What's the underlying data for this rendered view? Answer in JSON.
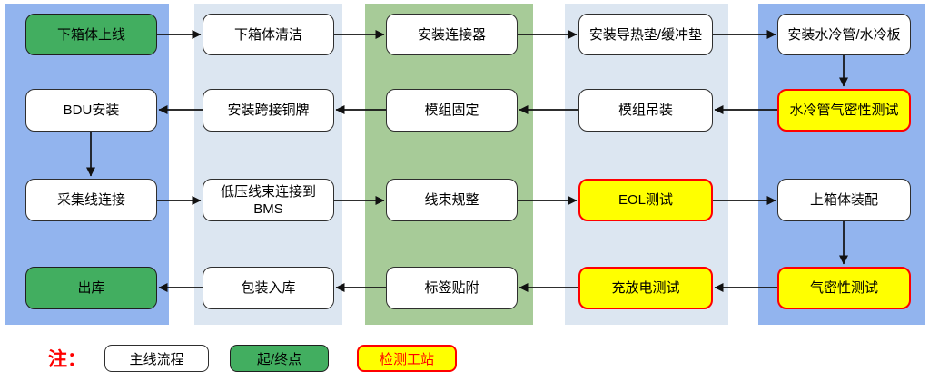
{
  "colors": {
    "lane_blue": "#92B4EE",
    "lane_light_blue": "#DCE6F1",
    "lane_green": "#A7CB98",
    "process_fill": "#FFFFFF",
    "process_border": "#2E2E2E",
    "terminal_fill": "#42AE60",
    "test_fill": "#FFFF00",
    "test_border": "#FF0000",
    "arrow_color": "#111111",
    "note_color": "#FF0000"
  },
  "flow": {
    "rows": [
      {
        "direction": "left-to-right",
        "nodes": [
          {
            "label": "下箱体上线",
            "type": "terminal"
          },
          {
            "label": "下箱体清洁",
            "type": "process"
          },
          {
            "label": "安装连接器",
            "type": "process"
          },
          {
            "label": "安装导热垫/缓冲垫",
            "type": "process"
          },
          {
            "label": "安装水冷管/水冷板",
            "type": "process"
          }
        ]
      },
      {
        "direction": "right-to-left",
        "nodes": [
          {
            "label": "BDU安装",
            "type": "process"
          },
          {
            "label": "安装跨接铜牌",
            "type": "process"
          },
          {
            "label": "模组固定",
            "type": "process"
          },
          {
            "label": "模组吊装",
            "type": "process"
          },
          {
            "label": "水冷管气密性测试",
            "type": "test"
          }
        ]
      },
      {
        "direction": "left-to-right",
        "nodes": [
          {
            "label": "采集线连接",
            "type": "process"
          },
          {
            "label": "低压线束连接到BMS",
            "type": "process"
          },
          {
            "label": "线束规整",
            "type": "process"
          },
          {
            "label": "EOL测试",
            "type": "test"
          },
          {
            "label": "上箱体装配",
            "type": "process"
          }
        ]
      },
      {
        "direction": "right-to-left",
        "nodes": [
          {
            "label": "出库",
            "type": "terminal"
          },
          {
            "label": "包装入库",
            "type": "process"
          },
          {
            "label": "标签贴附",
            "type": "process"
          },
          {
            "label": "充放电测试",
            "type": "test"
          },
          {
            "label": "气密性测试",
            "type": "test"
          }
        ]
      }
    ]
  },
  "legend": {
    "note_label": "注：",
    "items": [
      {
        "label": "主线流程",
        "type": "process"
      },
      {
        "label": "起/终点",
        "type": "terminal"
      },
      {
        "label": "检测工站",
        "type": "test"
      }
    ]
  }
}
